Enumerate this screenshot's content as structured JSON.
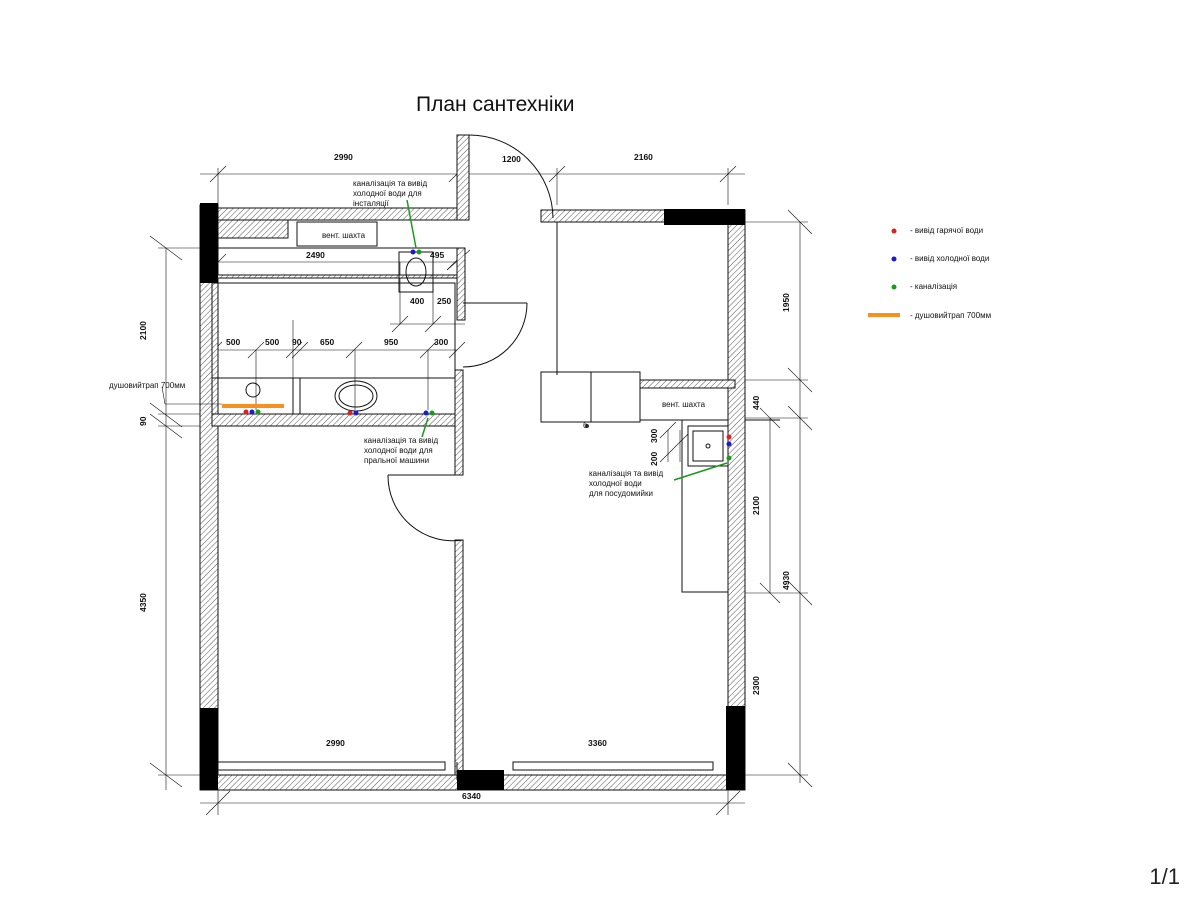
{
  "title": "План сантехніки",
  "page_number": "1/1",
  "dimensions": {
    "top_left": "2990",
    "top_door": "1200",
    "top_right": "2160",
    "wc_width": "2490",
    "wc_495": "495",
    "wc_400": "400",
    "wc_250": "250",
    "bath_500a": "500",
    "bath_500b": "500",
    "bath_90": "90",
    "bath_650": "650",
    "bath_950": "950",
    "bath_300": "300",
    "left_2100": "2100",
    "left_90": "90",
    "left_4350": "4350",
    "right_1950": "1950",
    "right_440": "440",
    "right_2100": "2100",
    "right_4930": "4930",
    "right_2300": "2300",
    "kitchen_300": "300",
    "kitchen_200": "200",
    "bottom_2990": "2990",
    "bottom_3360": "3360",
    "bottom_total": "6340"
  },
  "labels": {
    "vent_shaft_1": "вент. шахта",
    "vent_shaft_2": "вент. шахта",
    "shower_drain": "душовийтрап 700мм",
    "kitchen_small": "б"
  },
  "notes": {
    "installation": [
      "каналізація та вивід",
      "холодної води для",
      "інсталяції"
    ],
    "washing": [
      "каналізація та вивід",
      "холодної води для",
      "пральної машини"
    ],
    "dishwasher": [
      "каналізація та вивід",
      "холодної води",
      "для посудомийки"
    ]
  },
  "legend": [
    {
      "label": "- вивід гарячої води",
      "color": "#e02020",
      "kind": "dot"
    },
    {
      "label": "- вивід холодної води",
      "color": "#1a1ad0",
      "kind": "dot"
    },
    {
      "label": "- каналізація",
      "color": "#1a9a1a",
      "kind": "dot"
    },
    {
      "label": "- душовийтрап 700мм",
      "color": "#f7901e",
      "kind": "line"
    }
  ],
  "colors": {
    "hot_water": "#e02020",
    "cold_water": "#1a1ad0",
    "sewage": "#1a9a1a",
    "drain": "#f7901e"
  }
}
